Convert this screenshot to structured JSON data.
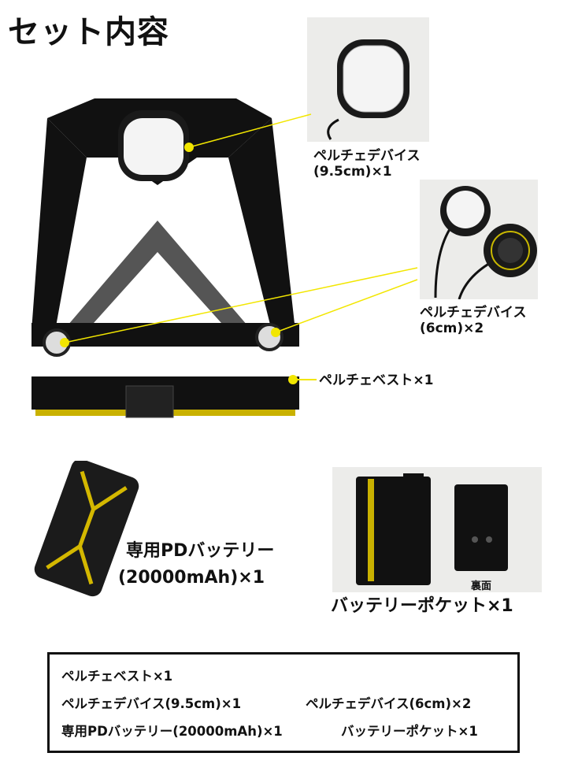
{
  "title": "セット内容",
  "accent_color": "#f2e600",
  "items": {
    "device_large": {
      "line1": "ペルチェデバイス",
      "line2": "(9.5cm)×1"
    },
    "device_small": {
      "line1": "ペルチェデバイス",
      "line2": "(6cm)×2"
    },
    "vest": "ペルチェベスト×1",
    "battery": {
      "line1": "専用PDバッテリー",
      "line2": "(20000mAh)×1"
    },
    "pocket": {
      "label": "バッテリーポケット×1",
      "back_label": "裏面"
    }
  },
  "summary": {
    "row1": [
      "ペルチェベスト×1"
    ],
    "row2": [
      "ペルチェデバイス(9.5cm)×1",
      "ペルチェデバイス(6cm)×2"
    ],
    "row3": [
      "専用PDバッテリー(20000mAh)×1",
      "バッテリーポケット×1"
    ]
  }
}
